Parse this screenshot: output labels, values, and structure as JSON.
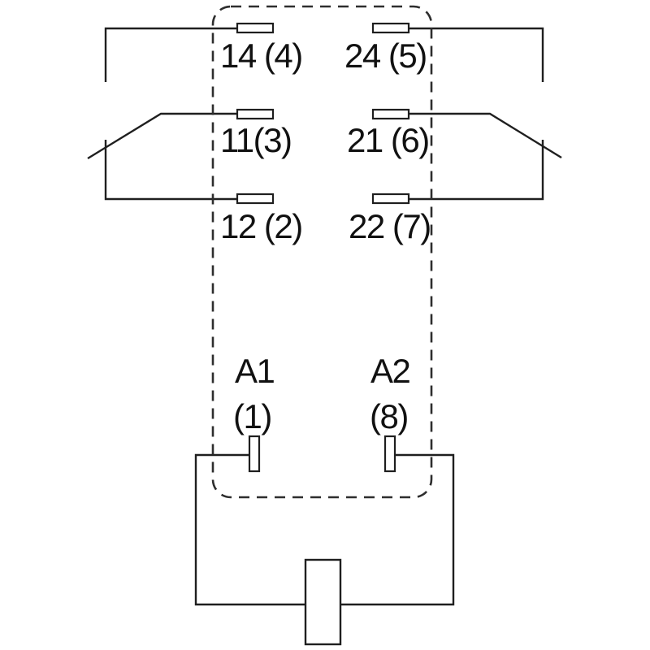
{
  "diagram": {
    "kind": "relay-pinout-schematic",
    "colors": {
      "line": "#1f1f1f",
      "dashed_outline": "#2e2e2e",
      "text": "#111111",
      "background": "#ffffff"
    },
    "contacts": {
      "no_left": {
        "label": "14 (4)"
      },
      "no_right": {
        "label": "24 (5)"
      },
      "com_left": {
        "label": "11(3)"
      },
      "com_right": {
        "label": "21 (6)"
      },
      "nc_left": {
        "label": "12 (2)"
      },
      "nc_right": {
        "label": "22 (7)"
      }
    },
    "coil": {
      "a1": {
        "label": "A1",
        "pin": "(1)"
      },
      "a2": {
        "label": "A2",
        "pin": "(8)"
      }
    }
  }
}
